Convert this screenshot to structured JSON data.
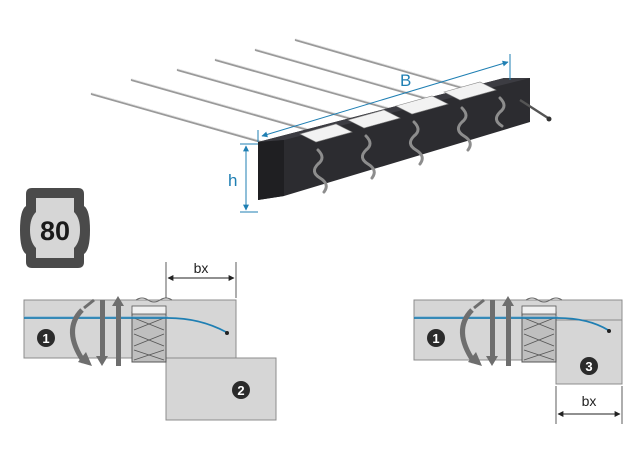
{
  "product": {
    "dimension_width": "B",
    "dimension_height": "h",
    "badge_value": "80"
  },
  "detail_left": {
    "dimension_label": "bx",
    "marker_a": "1",
    "marker_b": "2"
  },
  "detail_right": {
    "dimension_label": "bx",
    "marker_a": "1",
    "marker_b": "3"
  },
  "colors": {
    "dimension_line": "#1f7fb3",
    "block_fill": "#2f2f33",
    "wall_fill": "#d4d4d4",
    "wall_stroke": "#8c8c8c",
    "arrow_fill": "#6e6e6e"
  }
}
